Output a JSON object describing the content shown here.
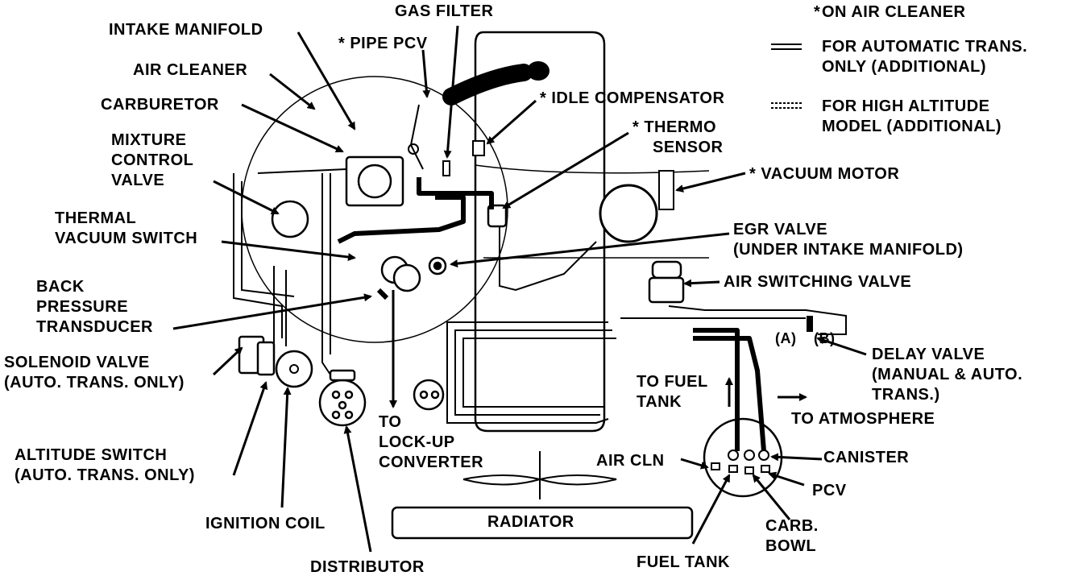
{
  "legend": {
    "star_symbol": "*",
    "star_text": "ON AIR CLEANER",
    "auto_line1": "FOR AUTOMATIC TRANS.",
    "auto_line2": "ONLY (ADDITIONAL)",
    "alt_line1": "FOR HIGH ALTITUDE",
    "alt_line2": "MODEL (ADDITIONAL)"
  },
  "labels": {
    "gas_filter": "GAS FILTER",
    "intake_manifold": "INTAKE MANIFOLD",
    "pipe_pcv": "* PIPE PCV",
    "air_cleaner": "AIR CLEANER",
    "carburetor": "CARBURETOR",
    "idle_compensator": "* IDLE COMPENSATOR",
    "mixture_control_valve_1": "MIXTURE",
    "mixture_control_valve_2": "CONTROL",
    "mixture_control_valve_3": "VALVE",
    "thermo_sensor_1": "* THERMO",
    "thermo_sensor_2": "SENSOR",
    "vacuum_motor": "* VACUUM MOTOR",
    "thermal_vacuum_switch_1": "THERMAL",
    "thermal_vacuum_switch_2": "VACUUM SWITCH",
    "egr_valve_1": "EGR VALVE",
    "egr_valve_2": "(UNDER INTAKE MANIFOLD)",
    "air_switching_valve": "AIR SWITCHING VALVE",
    "back_pressure_1": "BACK",
    "back_pressure_2": "PRESSURE",
    "back_pressure_3": "TRANSDUCER",
    "port_a": "(A)",
    "port_b": "(B)",
    "delay_valve_1": "DELAY VALVE",
    "delay_valve_2": "(MANUAL & AUTO.",
    "delay_valve_3": "TRANS.)",
    "solenoid_valve_1": "SOLENOID VALVE",
    "solenoid_valve_2": "(AUTO. TRANS. ONLY)",
    "to_fuel_tank_1": "TO FUEL",
    "to_fuel_tank_2": "TANK",
    "to_atmosphere": "TO ATMOSPHERE",
    "to_lockup_1": "TO",
    "to_lockup_2": "LOCK-UP",
    "to_lockup_3": "CONVERTER",
    "altitude_switch_1": "ALTITUDE SWITCH",
    "altitude_switch_2": "(AUTO. TRANS. ONLY)",
    "air_cln": "AIR CLN",
    "canister": "CANISTER",
    "pcv": "PCV",
    "ignition_coil": "IGNITION COIL",
    "radiator": "RADIATOR",
    "carb_bowl_1": "CARB.",
    "carb_bowl_2": "BOWL",
    "distributor": "DISTRIBUTOR",
    "fuel_tank": "FUEL TANK"
  }
}
